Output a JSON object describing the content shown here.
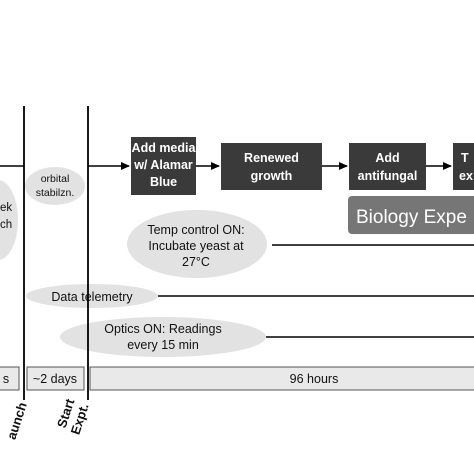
{
  "flow_boxes": [
    {
      "lines": [
        "Add media",
        "w/ Alamar",
        "Blue"
      ]
    },
    {
      "lines": [
        "Renewed",
        "growth"
      ]
    },
    {
      "lines": [
        "Add",
        "antifungal"
      ]
    },
    {
      "lines": [
        "T",
        "ex"
      ]
    }
  ],
  "left_cut_text": [
    "ek",
    "ch"
  ],
  "orbital_label": [
    "orbital",
    "stabilzn."
  ],
  "biology_banner": "Biology Expe",
  "temp_control": [
    "Temp control ON:",
    "Incubate yeast at",
    "27°C"
  ],
  "data_telemetry": "Data telemetry",
  "optics": [
    "Optics ON: Readings",
    "every 15 min"
  ],
  "timeline": {
    "seg1": "s",
    "seg2": "~2 days",
    "seg3": "96 hours"
  },
  "markers": {
    "launch": "aunch",
    "start": [
      "Start",
      "Expt."
    ]
  },
  "colors": {
    "box_dark": "#3a3a3a",
    "banner_gray": "#767676",
    "ellipse_gray": "#e2e2e2",
    "timeline_fill": "#e9e9e9"
  }
}
